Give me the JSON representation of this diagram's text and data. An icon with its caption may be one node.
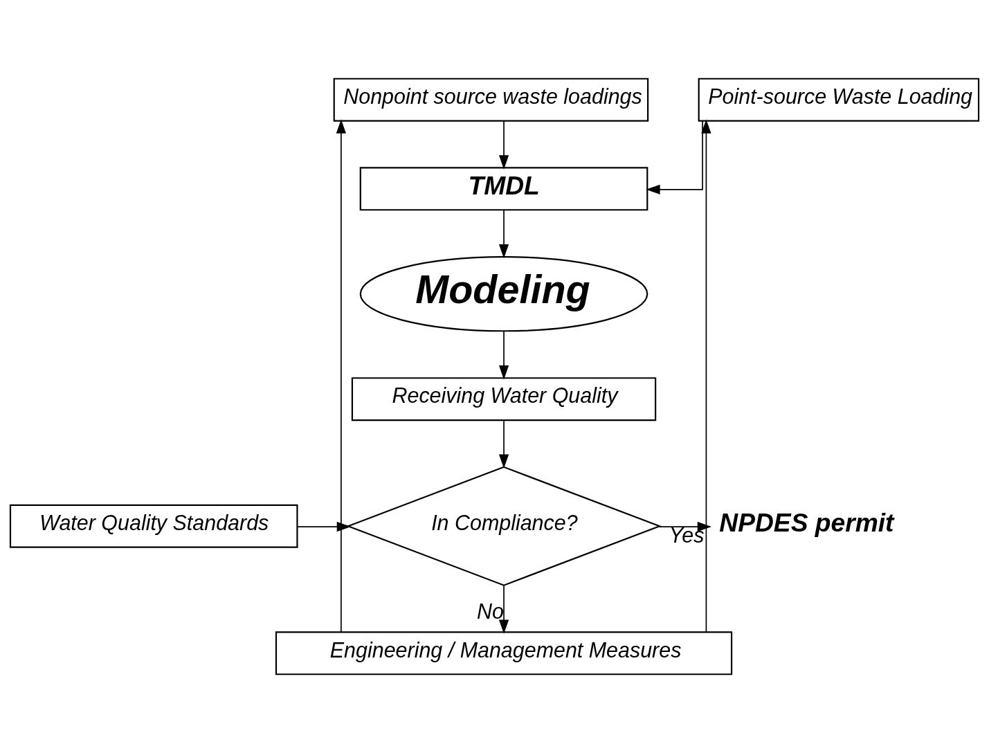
{
  "diagram": {
    "nodes": [
      {
        "text": [
          "Nonpoint source waste loadings"
        ]
      },
      {
        "text": [
          "Point-source Waste Loading"
        ]
      },
      {
        "text": [
          "TMDL"
        ]
      },
      {
        "text": [
          "Modeling"
        ]
      },
      {
        "text": [
          "Receiving Water Quality"
        ]
      },
      {
        "text": [
          "Water Quality Standards"
        ]
      },
      {
        "text": [
          "In Compliance?"
        ]
      },
      {
        "text": [
          "NPDES permit"
        ]
      },
      {
        "text": [
          "Engineering / Management Measures"
        ]
      }
    ],
    "edges": [
      {
        "from": 8,
        "to": 0,
        "arrow": "to"
      },
      {
        "from": 8,
        "to": 1,
        "arrow": "to"
      },
      {
        "from": 0,
        "to": 2,
        "arrow": "to"
      },
      {
        "from": 1,
        "to": 2,
        "arrow": "to"
      },
      {
        "from": 2,
        "to": 3,
        "arrow": "to"
      },
      {
        "from": 3,
        "to": 4,
        "arrow": "to"
      },
      {
        "from": 4,
        "to": 6,
        "arrow": "to"
      },
      {
        "from": 5,
        "to": 6,
        "arrow": "to"
      },
      {
        "from": 6,
        "to": 7,
        "arrow": "to",
        "label": "Yes"
      },
      {
        "from": 6,
        "to": 8,
        "arrow": "to",
        "label": "No"
      }
    ]
  }
}
